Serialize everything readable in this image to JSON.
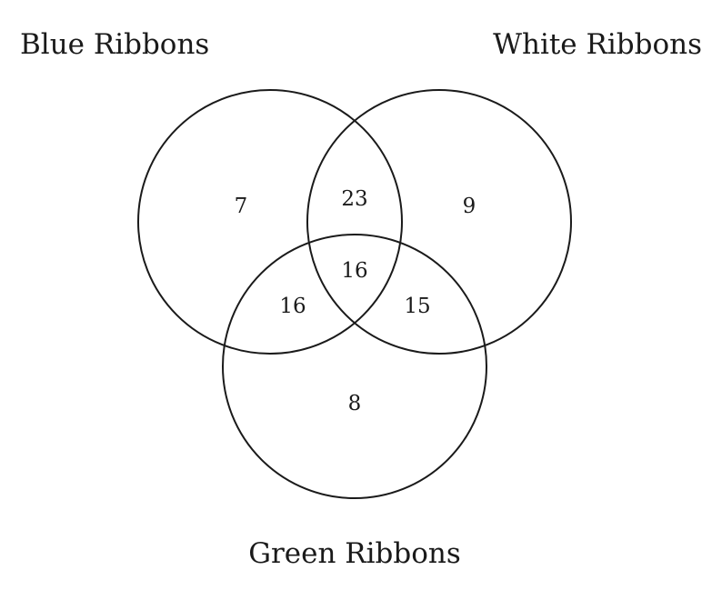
{
  "diagram": {
    "type": "venn",
    "sets": {
      "blue": {
        "label": "Blue Ribbons"
      },
      "white": {
        "label": "White Ribbons"
      },
      "green": {
        "label": "Green Ribbons"
      }
    },
    "regions": {
      "blue_only": "7",
      "white_only": "9",
      "green_only": "8",
      "blue_white": "23",
      "blue_green": "16",
      "white_green": "15",
      "all_three": "16"
    }
  }
}
